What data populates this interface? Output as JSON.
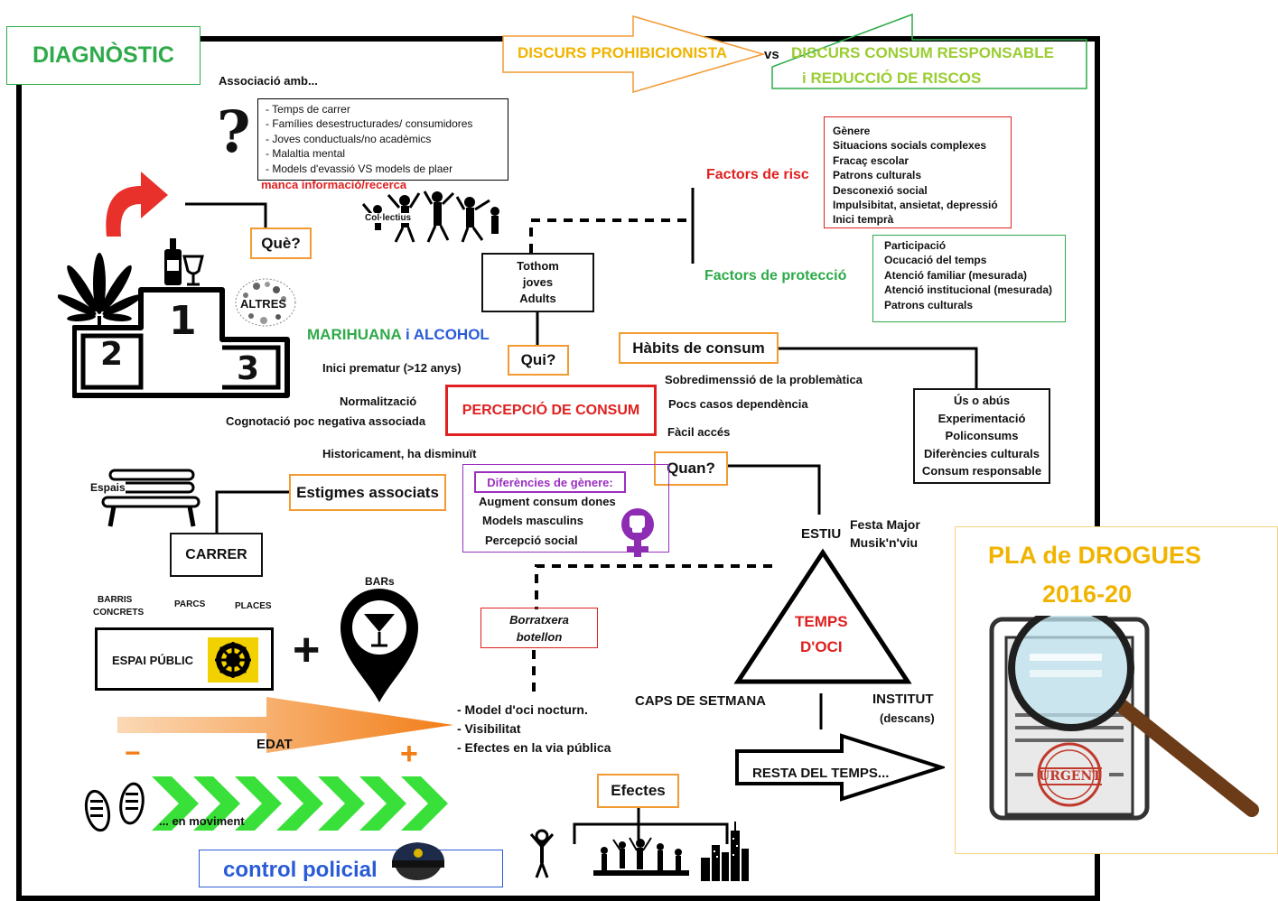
{
  "header": {
    "diagnostic": "DIAGNÒSTIC",
    "prohibition": "DISCURS PROHIBICIONISTA",
    "vs": "vs",
    "responsible_1": "DISCURS CONSUM RESPONSABLE",
    "responsible_2": "i REDUCCIÓ DE RISCOS"
  },
  "association": {
    "title": "Associació amb...",
    "items": [
      "- Temps de carrer",
      "- Famílies desestructurades/ consumidores",
      "- Joves conductuals/no acadèmics",
      "- Malaltia mental",
      "- Models d'evassió VS models de plaer"
    ],
    "note": "manca informació/recerca"
  },
  "que": {
    "label": "Què?",
    "collective": "Col·lectius",
    "podium_1": "1",
    "podium_2": "2",
    "podium_3": "3",
    "others": "ALTRES",
    "substances_a": "MARIHUANA",
    "substances_i": "i",
    "substances_b": "ALCOHOL"
  },
  "qui": {
    "label": "Qui?",
    "box": [
      "Tothom",
      "joves",
      "Adults"
    ]
  },
  "risk": {
    "label": "Factors de risc",
    "items": [
      "Gènere",
      "Situacions socials complexes",
      "Fracaç escolar",
      "Patrons culturals",
      "Desconexió social",
      "Impulsibitat, ansietat, depressió",
      "Inici temprà"
    ]
  },
  "protection": {
    "label": "Factors de protecció",
    "items": [
      "Participació",
      "Ocucació del temps",
      "Atenció familiar (mesurada)",
      "Atenció institucional (mesurada)",
      "Patrons culturals"
    ]
  },
  "perception": {
    "label": "PERCEPCIÓ DE CONSUM",
    "left": [
      "Inici prematur (>12 anys)",
      "Normalització",
      "Cognotació poc negativa associada",
      "Historicament, ha disminuït"
    ],
    "right": [
      "Sobredimenssió de la problemàtica",
      "Pocs casos dependència",
      "Fàcil accés"
    ]
  },
  "habits": {
    "label": "Hàbits de consum",
    "items": [
      "Ús o abús",
      "Experimentació",
      "Policonsums",
      "Diferències culturals",
      "Consum responsable"
    ]
  },
  "gender": {
    "title": "Diferències de gènere:",
    "items": [
      "Augment consum dones",
      "Models masculins",
      "Percepció social"
    ]
  },
  "quan": {
    "label": "Quan?",
    "summer": "ESTIU",
    "festivals_1": "Festa Major",
    "festivals_2": "Musik'n'viu",
    "leisure_1": "TEMPS",
    "leisure_2": "D'OCI",
    "weekends": "CAPS DE SETMANA",
    "school": "INSTITUT",
    "school_sub": "(descans)",
    "rest": "RESTA DEL TEMPS..."
  },
  "stigma": {
    "label": "Estigmes associats",
    "spaces": "Espais",
    "street": "CARRER",
    "barris_1": "BARRIS",
    "barris_2": "CONCRETS",
    "parks": "PARCS",
    "squares": "PLACES",
    "public_space": "ESPAI PÚBLIC",
    "plus": "+",
    "bars": "BARs",
    "age": "EDAT",
    "minus": "−",
    "age_plus": "+",
    "moving": "... en moviment",
    "police": "control policial"
  },
  "binge": {
    "line1": "Borratxera",
    "line2": "botellon",
    "items": [
      "- Model d'oci nocturn.",
      "- Visibilitat",
      "- Efectes en la via pública"
    ]
  },
  "effects": {
    "label": "Efectes"
  },
  "plan": {
    "line1": "PLA de DROGUES",
    "line2": "2016-20",
    "stamp": "URGENT"
  },
  "colors": {
    "orange": "#f39a33",
    "green": "#2eaa4a",
    "red": "#e02020",
    "blue": "#2a5bd7",
    "purple": "#9b30c0",
    "yellow": "#f0b400",
    "lime": "#9acd32"
  }
}
